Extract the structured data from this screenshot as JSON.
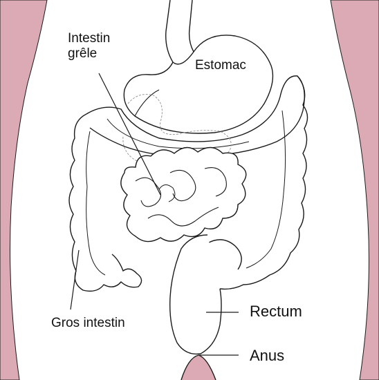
{
  "labels": {
    "intestin_grele_line1": "Intestin",
    "intestin_grele_line2": "grêle",
    "estomac": "Estomac",
    "rectum": "Rectum",
    "anus": "Anus",
    "gros_intestin": "Gros intestin"
  },
  "colors": {
    "body_side": "#dcaab4",
    "outline": "#1a1a1a",
    "stomach_behind": "#9a9a9a",
    "background": "#ffffff"
  }
}
